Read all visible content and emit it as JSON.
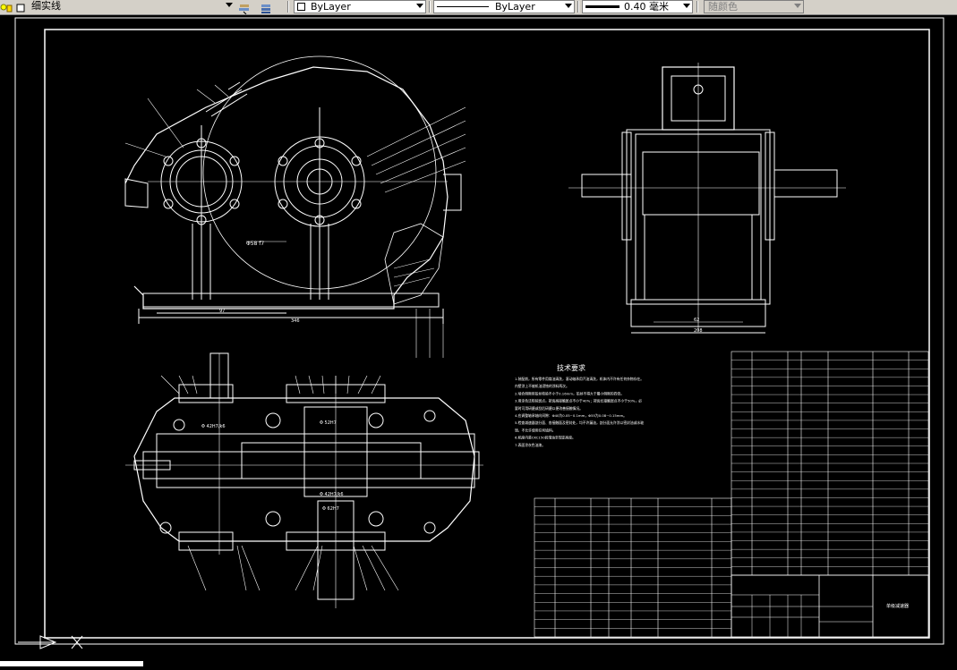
{
  "toolbar": {
    "linetype_label": "细实线",
    "layer_value": "ByLayer",
    "linetype_value": "ByLayer",
    "lineweight_value": "0.40 毫米",
    "color_value": "随颜色"
  },
  "drawing": {
    "notes_title": "技术要求",
    "notes_lines": [
      "1.装配前，所有零件用煤油清洗，滚动轴承用汽油清洗，机体内不许有任何杂物存在。",
      "内壁涂上不被机油浸蚀的涂料两次。",
      "2.啮合侧隙用铅丝检验不小于0.16mm，铅丝不得大于最小侧隙的四倍。",
      "3.用涂色法检验斑点，按齿高接触斑点不小于40%；按齿长接触斑点不小于50%，必",
      "要时可用研磨或刮后研磨以便改善接触情况。",
      "4.应调整轴承轴向间隙：Φ40为0.05~0.1mm，Φ55为0.08~0.15mm。",
      "5.检查减速器剖分面、各接触面及密封处，均不许漏油，剖分面允许涂以密封油或水玻",
      "璃，不允许使用任何填料。",
      "6.机座内装CKC150润滑油至规定高度。",
      "7.表面涂灰色油漆。"
    ],
    "dim_top_view": "Φ58 f7",
    "dim_base_1": "97",
    "dim_base_2": "346",
    "dim_side_1": "62",
    "dim_side_2": "208",
    "dim_bore_1": "Φ 42H7/k6",
    "dim_bore_2": "Φ 52H7",
    "dim_bore_3": "Φ 42H7/k6",
    "dim_bore_4": "Φ 62H7",
    "title_block": "单级减速器"
  }
}
